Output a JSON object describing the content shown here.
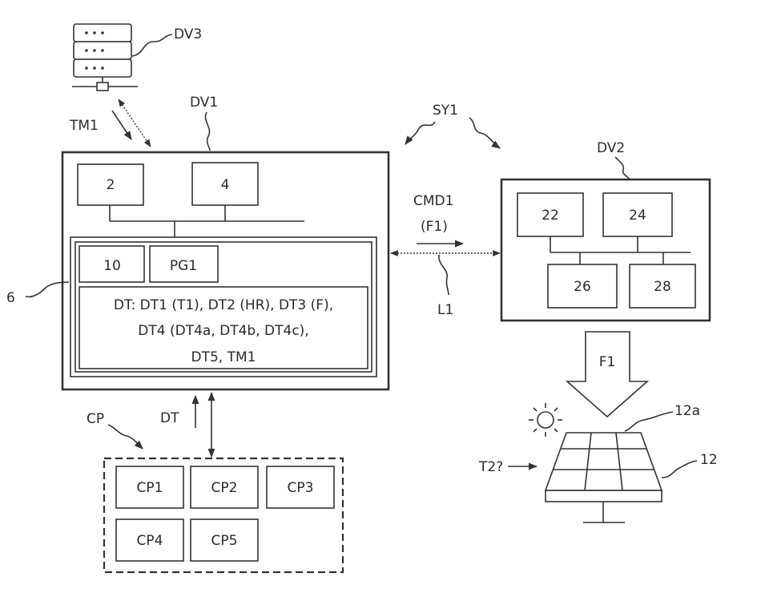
{
  "labels": {
    "dv3": "DV3",
    "dv1": "DV1",
    "tm1": "TM1",
    "sy1": "SY1",
    "dv2": "DV2",
    "ref6": "6",
    "cmd1": "CMD1",
    "f1_paren": "(F1)",
    "l1": "L1",
    "f1": "F1",
    "dt": "DT",
    "cp": "CP",
    "ref12a": "12a",
    "ref12": "12",
    "t2": "T2?"
  },
  "dv1": {
    "box_2": "2",
    "box_4": "4",
    "box_10": "10",
    "box_pg1": "PG1",
    "dt_line1": "DT: DT1 (T1), DT2 (HR), DT3 (F),",
    "dt_line2": "DT4 (DT4a, DT4b, DT4c),",
    "dt_line3": "DT5, TM1"
  },
  "dv2": {
    "box_22": "22",
    "box_24": "24",
    "box_26": "26",
    "box_28": "28"
  },
  "cp": {
    "cp1": "CP1",
    "cp2": "CP2",
    "cp3": "CP3",
    "cp4": "CP4",
    "cp5": "CP5"
  },
  "icons": [
    "server-icon",
    "sun-icon",
    "solar-panel-icon"
  ]
}
